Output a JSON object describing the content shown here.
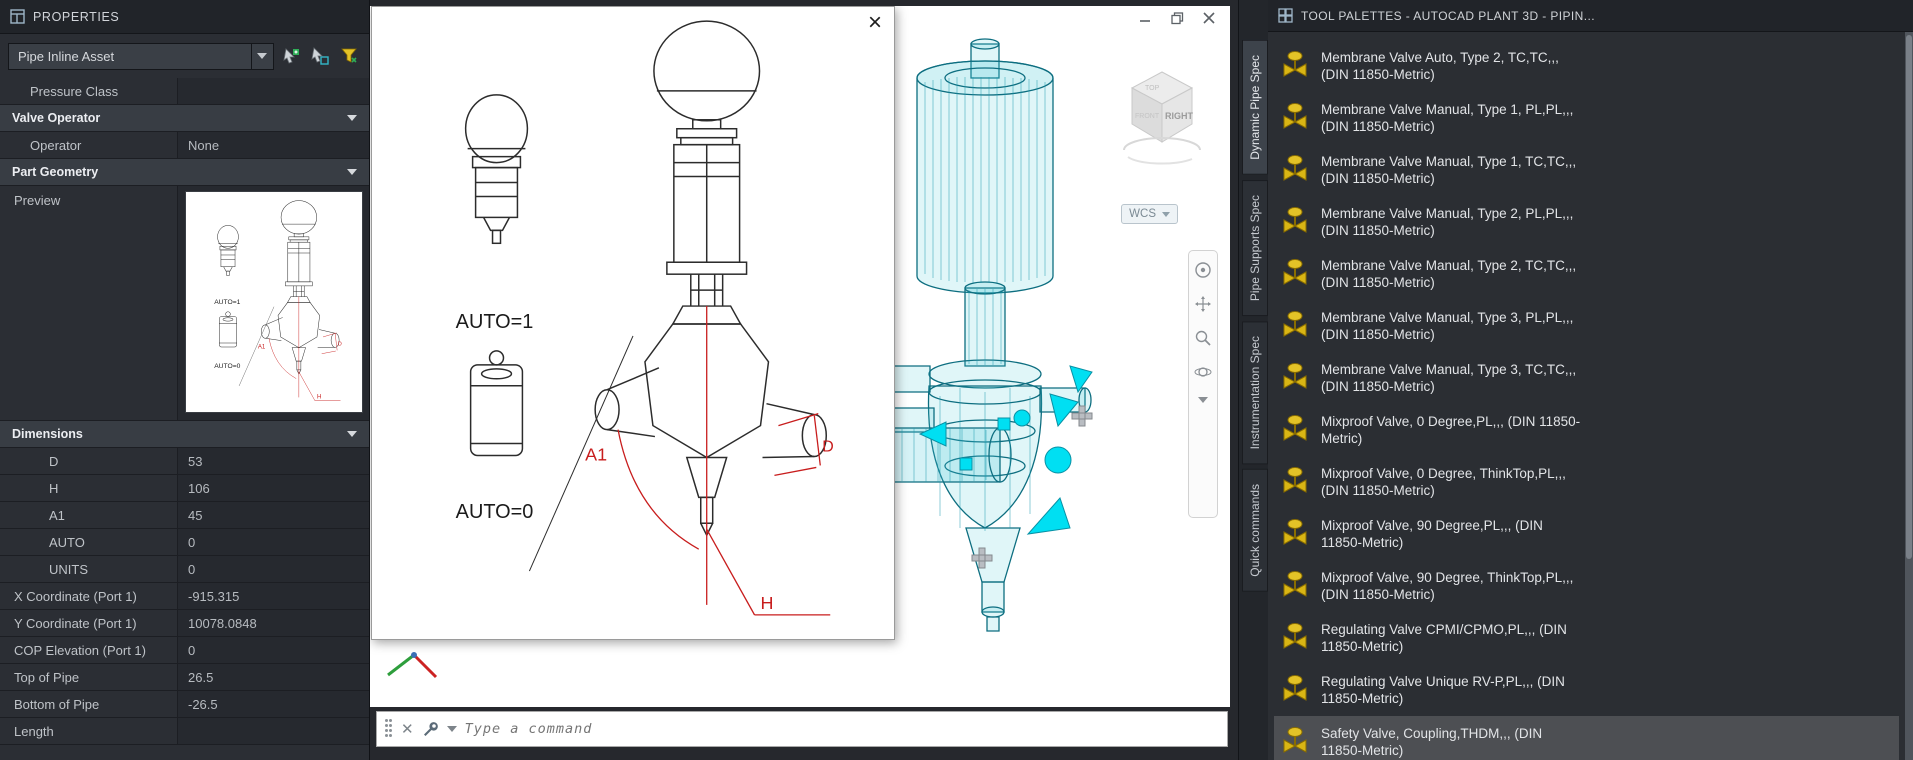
{
  "properties": {
    "title": "PROPERTIES",
    "type_selector": {
      "value": "Pipe Inline Asset"
    },
    "pressure_row": {
      "label": "Pressure Class",
      "value": ""
    },
    "valve_operator_header": "Valve Operator",
    "operator_row": {
      "label": "Operator",
      "value": "None"
    },
    "part_geometry_header": "Part Geometry",
    "preview_label": "Preview",
    "dimensions_header": "Dimensions",
    "dimension_rows": [
      {
        "label": "D",
        "value": "53"
      },
      {
        "label": "H",
        "value": "106"
      },
      {
        "label": "A1",
        "value": "45"
      },
      {
        "label": "AUTO",
        "value": "0"
      },
      {
        "label": "UNITS",
        "value": "0"
      }
    ],
    "coordinate_rows": [
      {
        "label": "X Coordinate (Port 1)",
        "value": "-915.315"
      },
      {
        "label": "Y Coordinate (Port 1)",
        "value": "10078.0848"
      },
      {
        "label": "COP Elevation (Port 1)",
        "value": "0"
      },
      {
        "label": "Top of Pipe",
        "value": "26.5"
      },
      {
        "label": "Bottom of Pipe",
        "value": "-26.5"
      },
      {
        "label": "Length",
        "value": ""
      }
    ]
  },
  "dialog": {
    "close_glyph": "×",
    "labels": {
      "auto1": "AUTO=1",
      "auto0": "AUTO=0",
      "a1": "A1",
      "d": "D",
      "h": "H"
    }
  },
  "viewport": {
    "viewcube": {
      "top_face": "TOP",
      "front_face": "FRONT",
      "right_face": "RIGHT"
    },
    "wcs": "WCS"
  },
  "command_line": {
    "placeholder": "Type a command",
    "close_glyph": "✕"
  },
  "tool_palettes": {
    "title": "TOOL PALETTES - AUTOCAD PLANT 3D - PIPIN...",
    "tabs": [
      {
        "label": "Dynamic Pipe Spec",
        "active": true
      },
      {
        "label": "Pipe Supports Spec"
      },
      {
        "label": "Instrumentation Spec"
      },
      {
        "label": "Quick commands"
      }
    ],
    "items": [
      {
        "label": "Membrane Valve Auto, Type 2, TC,TC,,, (DIN 11850-Metric)"
      },
      {
        "label": "Membrane Valve Manual, Type 1, PL,PL,,, (DIN 11850-Metric)"
      },
      {
        "label": "Membrane Valve Manual, Type 1, TC,TC,,, (DIN 11850-Metric)"
      },
      {
        "label": "Membrane Valve Manual, Type 2, PL,PL,,, (DIN 11850-Metric)"
      },
      {
        "label": "Membrane Valve Manual, Type 2, TC,TC,,, (DIN 11850-Metric)"
      },
      {
        "label": "Membrane Valve Manual, Type 3, PL,PL,,, (DIN 11850-Metric)"
      },
      {
        "label": "Membrane Valve Manual, Type 3, TC,TC,,, (DIN 11850-Metric)"
      },
      {
        "label": "Mixproof Valve, 0 Degree,PL,,, (DIN 11850-Metric)"
      },
      {
        "label": "Mixproof Valve, 0 Degree, ThinkTop,PL,,, (DIN 11850-Metric)"
      },
      {
        "label": "Mixproof Valve, 90 Degree,PL,,, (DIN 11850-Metric)"
      },
      {
        "label": "Mixproof Valve, 90 Degree, ThinkTop,PL,,, (DIN 11850-Metric)"
      },
      {
        "label": "Regulating Valve CPMI/CPMO,PL,,, (DIN 11850-Metric)"
      },
      {
        "label": "Regulating Valve Unique RV-P,PL,,, (DIN 11850-Metric)"
      },
      {
        "label": "Safety Valve, Coupling,THDM,,, (DIN 11850-Metric)",
        "selected": true
      }
    ]
  },
  "colors": {
    "grip_cyan": "#00dff2",
    "wireframe_teal": "#0d6e80",
    "dimension_red": "#c81d1d",
    "valve_icon_gold": "#d9b514"
  }
}
